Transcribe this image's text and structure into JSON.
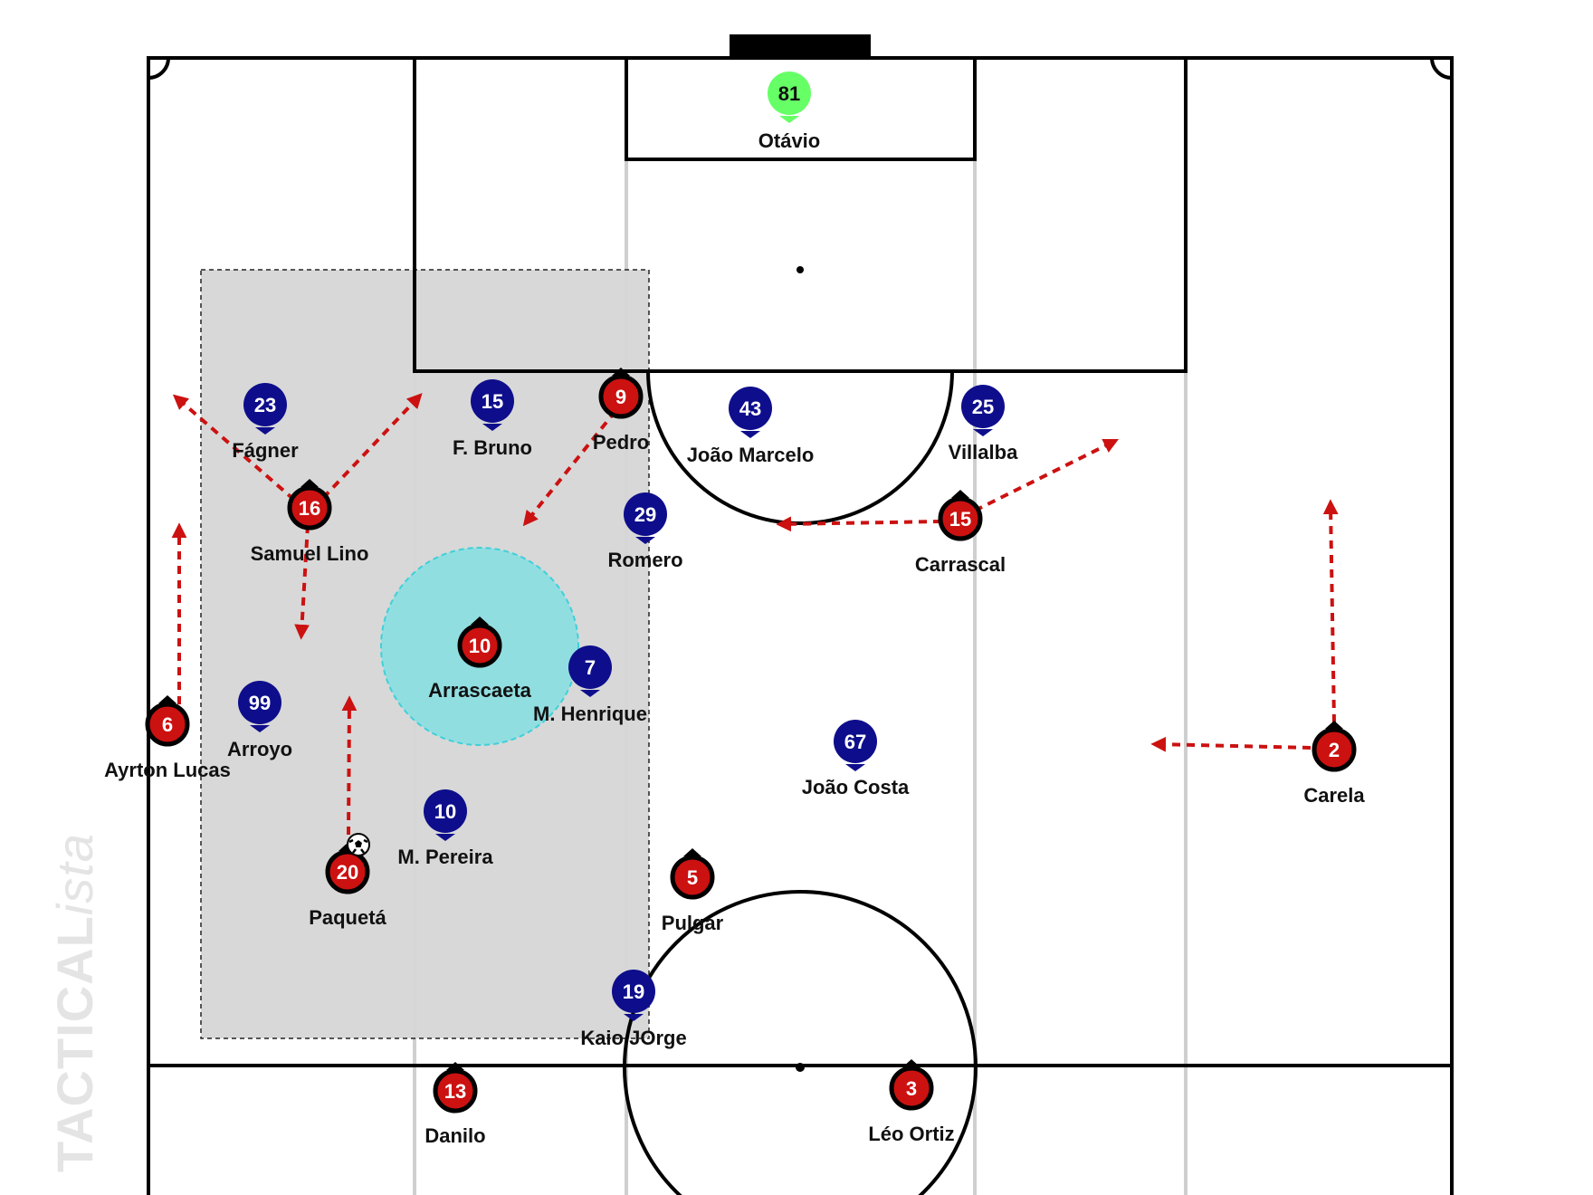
{
  "colors": {
    "home": "#cc1111",
    "home_ring": "#000000",
    "away": "#0e0e8c",
    "goalkeeper": "#66ff66",
    "arrow": "#cc1111",
    "zone": "#d6d6d6",
    "space_circle": "#7fe0e3"
  },
  "brand": {
    "name_regular": "TACTICAL",
    "name_italic": "ista"
  },
  "home_players": [
    {
      "id": "h9",
      "number": "9",
      "name": "Pedro",
      "facing_icon": "triangle-up-icon"
    },
    {
      "id": "h16",
      "number": "16",
      "name": "Samuel Lino",
      "facing_icon": "triangle-up-icon"
    },
    {
      "id": "h15",
      "number": "15",
      "name": "Carrascal",
      "facing_icon": "triangle-up-icon"
    },
    {
      "id": "h10",
      "number": "10",
      "name": "Arrascaeta",
      "facing_icon": "triangle-up-icon"
    },
    {
      "id": "h6",
      "number": "6",
      "name": "Ayrton Lucas",
      "facing_icon": "triangle-up-icon"
    },
    {
      "id": "h2",
      "number": "2",
      "name": "Carela",
      "facing_icon": "triangle-up-icon"
    },
    {
      "id": "h20",
      "number": "20",
      "name": "Paquetá",
      "facing_icon": "triangle-up-icon",
      "has_ball": true
    },
    {
      "id": "h5",
      "number": "5",
      "name": "Pulgar",
      "facing_icon": "triangle-up-icon"
    },
    {
      "id": "h13",
      "number": "13",
      "name": "Danilo",
      "facing_icon": "triangle-up-icon"
    },
    {
      "id": "h3",
      "number": "3",
      "name": "Léo Ortiz",
      "facing_icon": "triangle-up-icon"
    }
  ],
  "away_players": [
    {
      "id": "gk81",
      "number": "81",
      "name": "Otávio",
      "goalkeeper": true
    },
    {
      "id": "a23",
      "number": "23",
      "name": "Fágner"
    },
    {
      "id": "a15",
      "number": "15",
      "name": "F. Bruno"
    },
    {
      "id": "a43",
      "number": "43",
      "name": "João Marcelo"
    },
    {
      "id": "a25",
      "number": "25",
      "name": "Villalba"
    },
    {
      "id": "a29",
      "number": "29",
      "name": "Romero"
    },
    {
      "id": "a7",
      "number": "7",
      "name": "M. Henrique"
    },
    {
      "id": "a99",
      "number": "99",
      "name": "Arroyo"
    },
    {
      "id": "a67",
      "number": "67",
      "name": "João Costa"
    },
    {
      "id": "a10",
      "number": "10",
      "name": "M. Pereira"
    },
    {
      "id": "a19",
      "number": "19",
      "name": "Kaio JOrge"
    }
  ]
}
